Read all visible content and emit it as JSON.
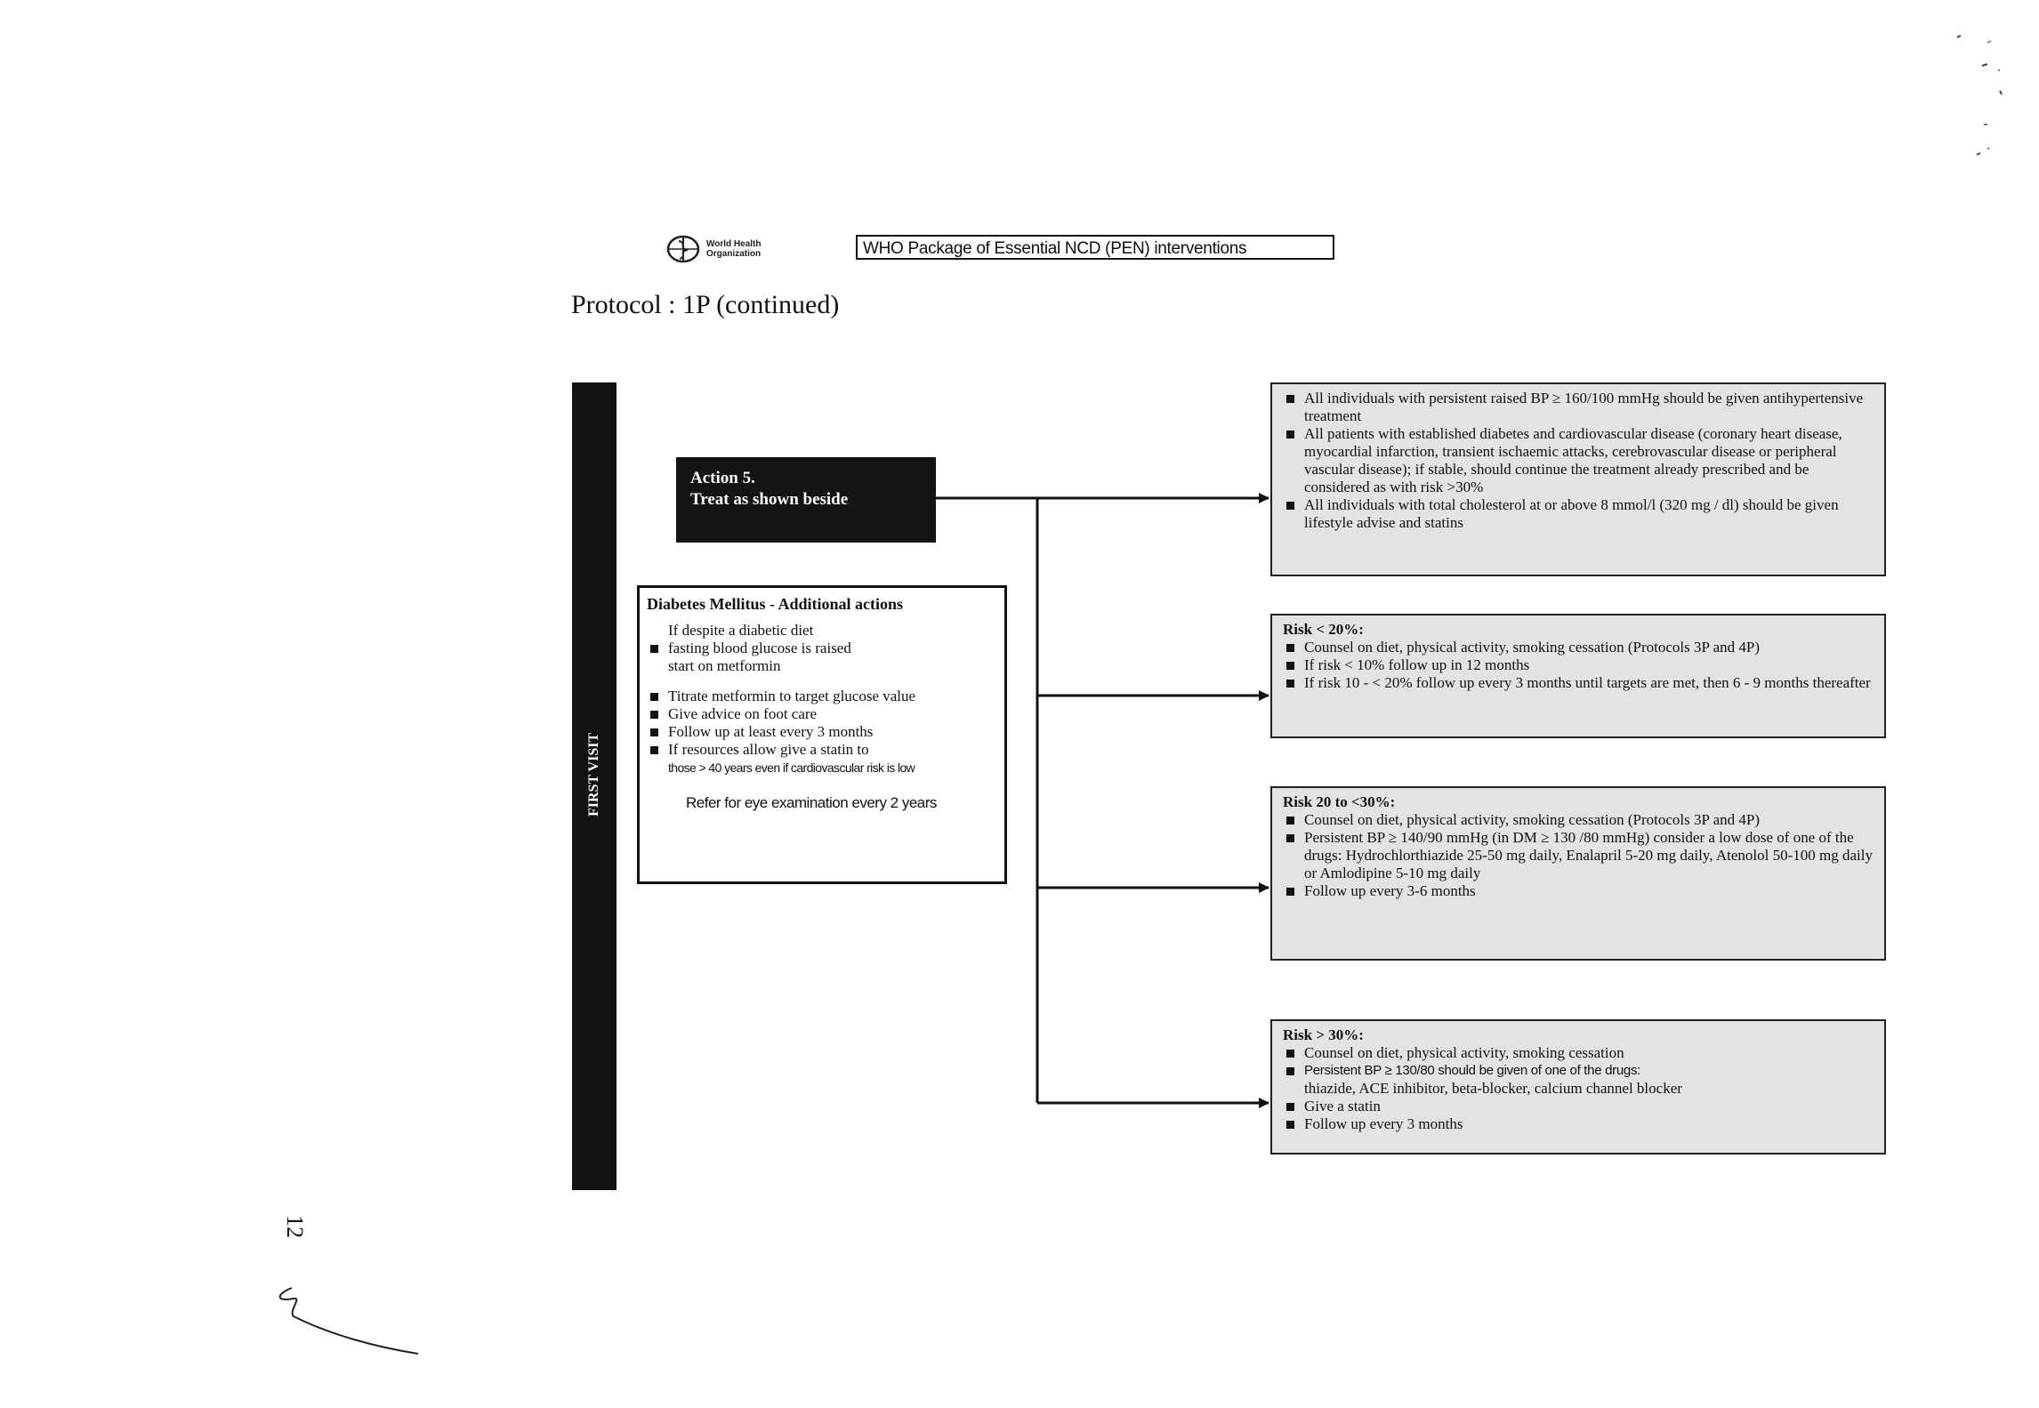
{
  "header": {
    "org_name_line1": "World Health",
    "org_name_line2": "Organization",
    "package_title": "WHO Package of Essential NCD (PEN) interventions"
  },
  "protocol_title": "Protocol : 1P  (continued)",
  "side_label": "FIRST VISIT",
  "action": {
    "line1": "Action 5.",
    "line2": "Treat as shown beside"
  },
  "diabetes": {
    "title": "Diabetes Mellitus - Additional actions",
    "item1_line1": "If despite a diabetic  diet",
    "item1_line2": "fasting blood glucose is raised",
    "item1_line3": "start on metformin",
    "item2": "Titrate metformin to target glucose value",
    "item3": "Give advice on foot care",
    "item4": "Follow up at least  every 3 months",
    "item5_line1": "If resources allow give a statin to",
    "item5_line2": "those > 40 years even if cardiovascular risk is low",
    "refer": "Refer for eye examination  every 2 years"
  },
  "box_all": {
    "item1": "All individuals with persistent raised BP ≥ 160/100 mmHg should be given antihypertensive treatment",
    "item2": "All patients with established diabetes and cardiovascular disease (coronary heart disease, myocardial infarction, transient ischaemic attacks, cerebrovascular disease or peripheral vascular disease); if stable, should continue the treatment already prescribed and be considered as with risk >30%",
    "item3": "All individuals with total cholesterol at or above 8 mmol/l (320 mg / dl) should be given lifestyle advise and statins"
  },
  "box_lt20": {
    "header": "Risk < 20%:",
    "item1": "Counsel on diet, physical activity, smoking cessation (Protocols 3P and 4P)",
    "item2": "If risk < 10% follow up in 12 months",
    "item3": "If risk 10 - < 20% follow up every 3 months  until targets are met, then 6 - 9 months thereafter"
  },
  "box_20_30": {
    "header": "Risk 20 to <30%:",
    "item1": "Counsel on diet, physical activity, smoking cessation (Protocols 3P and 4P)",
    "item2": "Persistent BP ≥ 140/90 mmHg (in DM ≥ 130 /80 mmHg) consider a low dose of one of the drugs: Hydrochlorthiazide 25-50 mg daily, Enalapril 5-20 mg daily, Atenolol 50-100 mg daily or Amlodipine 5-10 mg daily",
    "item3": "Follow up every 3-6 months"
  },
  "box_gt30": {
    "header": "Risk > 30%:",
    "item1": "Counsel on diet, physical activity, smoking cessation",
    "item2_line1": "Persistent BP ≥ 130/80 should be given of one of the drugs:",
    "item2_line2": "thiazide, ACE inhibitor, beta-blocker, calcium channel blocker",
    "item3": "Give a statin",
    "item4": "Follow up every 3 months"
  },
  "page_number": "12"
}
